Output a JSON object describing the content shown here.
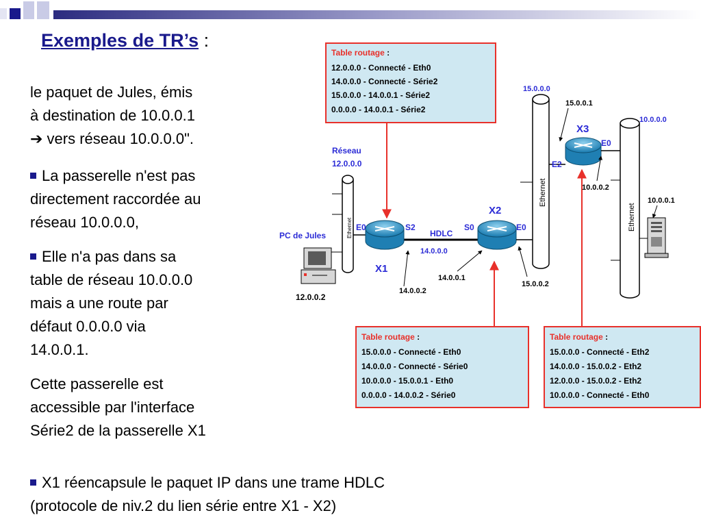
{
  "slide": {
    "title": "Exemples de TR’s",
    "title_colon": " :"
  },
  "left_text": {
    "p1": [
      "le paquet de Jules, émis",
      "à destination de 10.0.0.1",
      "➔ vers réseau 10.0.0.0\"."
    ],
    "p2": [
      "La passerelle n'est pas",
      "directement raccordée au",
      "réseau 10.0.0.0,"
    ],
    "p3": [
      "Elle n'a pas dans sa",
      "table de réseau 10.0.0.0",
      "mais a une route par",
      "défaut 0.0.0.0 via",
      "14.0.0.1."
    ],
    "p4": [
      "Cette passerelle est",
      "accessible par l'interface",
      "Série2 de la passerelle X1"
    ],
    "bottom": [
      "X1 réencapsule le paquet IP dans une trame HDLC",
      "(protocole de niv.2 du lien série entre X1 - X2)"
    ]
  },
  "diagram": {
    "table_x1": {
      "title": "Table routage",
      "colon": " :",
      "rows": [
        "12.0.0.0 - Connecté - Eth0",
        "14.0.0.0 - Connecté - Série2",
        "15.0.0.0 - 14.0.0.1 - Série2",
        "0.0.0.0 - 14.0.0.1 - Série2"
      ]
    },
    "table_x2": {
      "title": "Table routage",
      "colon": " :",
      "rows": [
        "15.0.0.0 - Connecté - Eth0",
        "14.0.0.0 - Connecté - Série0",
        "10.0.0.0 - 15.0.0.1 - Eth0",
        "0.0.0.0 - 14.0.0.2 - Série0"
      ]
    },
    "table_x3": {
      "title": "Table routage",
      "colon": " :",
      "rows": [
        "15.0.0.0 - Connecté - Eth2",
        "14.0.0.0 - 15.0.0.2 - Eth2",
        "12.0.0.0 - 15.0.0.2 - Eth2",
        "10.0.0.0 - Connecté - Eth0"
      ]
    },
    "labels": {
      "reseau": "Réseau",
      "reseau_ip": "12.0.0.0",
      "pc": "PC de Jules",
      "pc_ip": "12.0.0.2",
      "x1": "X1",
      "x2": "X2",
      "x3": "X3",
      "e0_x1": "E0",
      "s2": "S2",
      "hdlc": "HDLC",
      "hdlc_ip": "14.0.0.0",
      "s0": "S0",
      "e0_x2": "E0",
      "e0_x3": "E0",
      "e2": "E2",
      "ip_14_0_0_2": "14.0.0.2",
      "ip_14_0_0_1": "14.0.0.1",
      "ip_15_0_0_2": "15.0.0.2",
      "net_15": "15.0.0.0",
      "ip_15_0_0_1": "15.0.0.1",
      "net_10": "10.0.0.0",
      "ip_10_0_0_2": "10.0.0.2",
      "ip_10_0_0_1": "10.0.0.1",
      "ethernet": "Ethernet",
      "ethernet_small": "Ethernet"
    },
    "colors": {
      "box_border": "#e8302a",
      "box_fill": "#cfe8f2",
      "router": "#2b8fc0",
      "blue_text": "#2b2bd6",
      "accent": "#1a1a8c"
    }
  }
}
